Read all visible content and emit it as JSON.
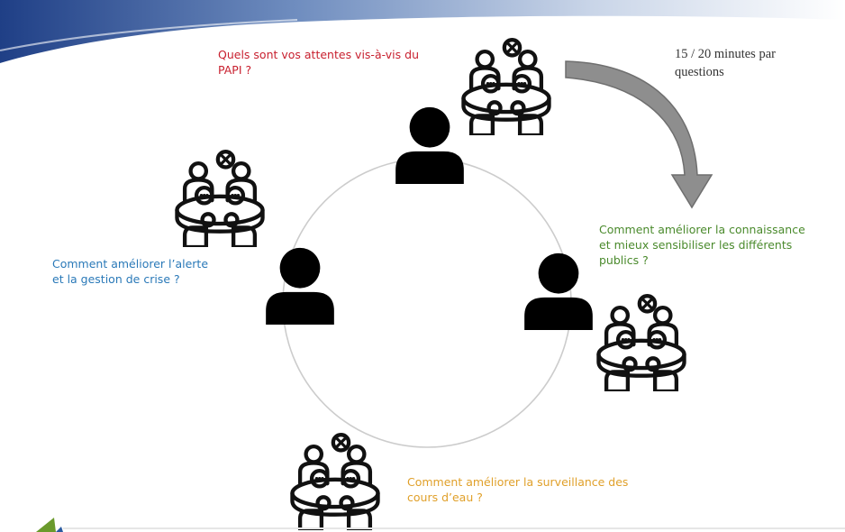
{
  "colors": {
    "top_question": "#c8202f",
    "right_question": "#4a8a2c",
    "left_question": "#2a79b8",
    "bottom_question": "#e0a02a",
    "icon": "#111111",
    "circle": "#c8c8c8",
    "arrow": "#8e8e8e"
  },
  "icons": {
    "person": "person-icon",
    "meeting": "meeting-table-icon",
    "arrow": "curved-arrow-icon"
  },
  "questions": {
    "top": {
      "line1": "Quels sont vos attentes vis-à-vis du",
      "line2": "PAPI ?"
    },
    "right": {
      "line1": "Comment améliorer la connaissance",
      "line2": "et mieux sensibiliser les différents",
      "line3": "publics ?"
    },
    "left": {
      "line1": "Comment améliorer l’alerte",
      "line2": "et la gestion de crise ?"
    },
    "bottom": {
      "line1": "Comment améliorer la surveillance des",
      "line2": "cours d’eau ?"
    }
  },
  "timing": {
    "line1": "15 / 20 minutes par",
    "line2": "questions"
  }
}
